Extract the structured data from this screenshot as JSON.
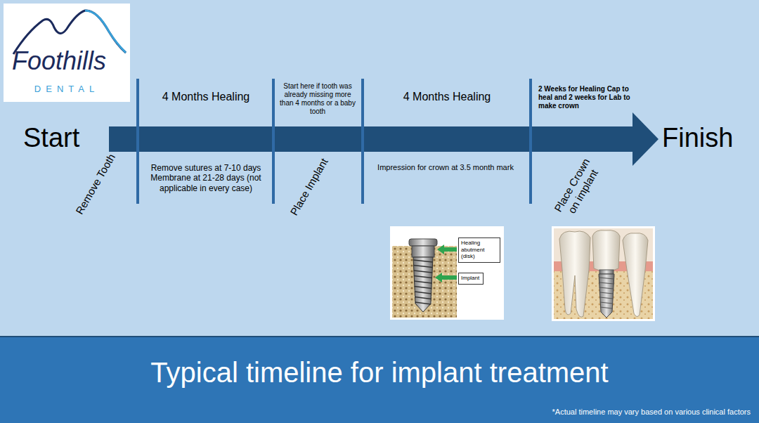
{
  "diagram": {
    "title": "Typical timeline for implant treatment",
    "nodes": [
      {
        "text": [
          "Foothills",
          "DENTAL"
        ]
      },
      {
        "text": [
          "Healing abutment (disk)"
        ]
      },
      {
        "text": [
          "Implant"
        ]
      }
    ],
    "labels": [
      "Start",
      "4 Months Healing",
      "Remove sutures at 7-10 days Membrane at 21-28 days (not applicable in every case)",
      "Remove Tooth",
      "Start here if tooth was already missing more than 4 months or a baby tooth",
      "Place Implant",
      "4 Months Healing",
      "Impression for crown at 3.5 month mark",
      "2 Weeks for Healing Cap to heal and 2 weeks for Lab to make crown",
      "Place Crown on implant",
      "Finish",
      "*Actual timeline may vary based on various clinical factors"
    ]
  }
}
